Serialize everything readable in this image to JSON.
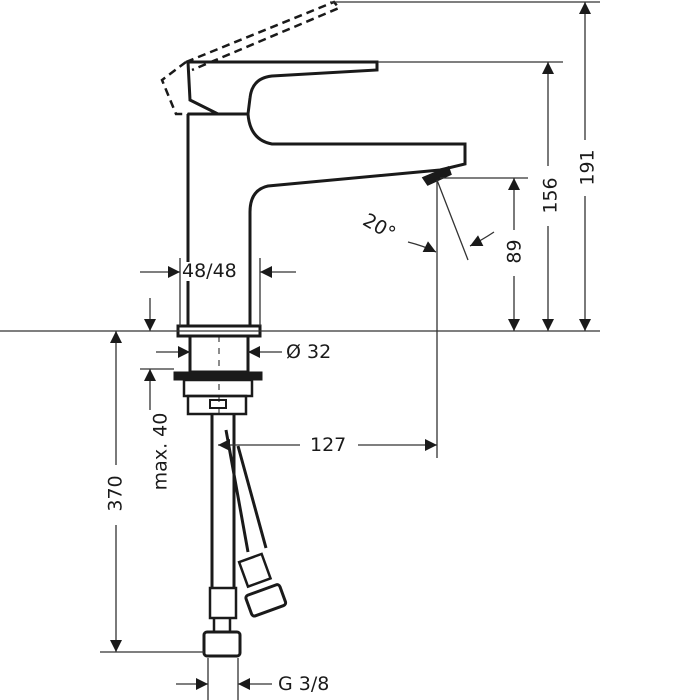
{
  "drawing": {
    "subject": "Single lever basin mixer faucet – dimension drawing",
    "line_color": "#1a1a1a",
    "background": "#ffffff"
  },
  "dimensions": {
    "overall_height": "191",
    "lever_height": "156",
    "spout_height": "89",
    "spout_angle": "20°",
    "body_width": "48/48",
    "shank_diameter": "Ø 32",
    "max_counter_thickness": "max. 40",
    "hose_length": "370",
    "spout_reach": "127",
    "connection_thread": "G 3/8"
  }
}
